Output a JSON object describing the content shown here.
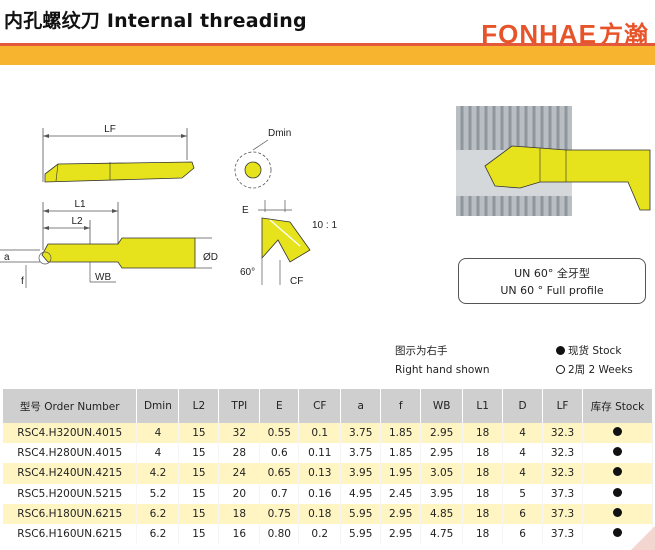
{
  "header": {
    "title": "内孔螺纹刀 Internal threading",
    "logo_text": "FONHAE",
    "logo_cn": "方瀚"
  },
  "drawing_labels": {
    "lf": "LF",
    "dmin": "Dmin",
    "l1": "L1",
    "l2": "L2",
    "a": "a",
    "f": "f",
    "wb": "WB",
    "d": "ØD",
    "e": "E",
    "angle": "60°",
    "cf": "CF",
    "scale": "10 : 1"
  },
  "profile_box": {
    "line1": "UN 60° 全牙型",
    "line2": "UN 60 ° Full profile"
  },
  "notes": {
    "hand_cn": "图示为右手",
    "hand_en": "Right hand shown",
    "stock_label": "现货 Stock",
    "weeks_label": "2周 2 Weeks"
  },
  "table": {
    "headers": [
      "型号 Order Number",
      "Dmin",
      "L2",
      "TPI",
      "E",
      "CF",
      "a",
      "f",
      "WB",
      "L1",
      "D",
      "LF",
      "库存 Stock"
    ],
    "rows": [
      [
        "RSC4.H320UN.4015",
        "4",
        "15",
        "32",
        "0.55",
        "0.1",
        "3.75",
        "1.85",
        "2.95",
        "18",
        "4",
        "32.3",
        "stock"
      ],
      [
        "RSC4.H280UN.4015",
        "4",
        "15",
        "28",
        "0.6",
        "0.11",
        "3.75",
        "1.85",
        "2.95",
        "18",
        "4",
        "32.3",
        "stock"
      ],
      [
        "RSC4.H240UN.4215",
        "4.2",
        "15",
        "24",
        "0.65",
        "0.13",
        "3.95",
        "1.95",
        "3.05",
        "18",
        "4",
        "32.3",
        "stock"
      ],
      [
        "RSC5.H200UN.5215",
        "5.2",
        "15",
        "20",
        "0.7",
        "0.16",
        "4.95",
        "2.45",
        "3.95",
        "18",
        "5",
        "37.3",
        "stock"
      ],
      [
        "RSC6.H180UN.6215",
        "6.2",
        "15",
        "18",
        "0.75",
        "0.18",
        "5.95",
        "2.95",
        "4.85",
        "18",
        "6",
        "37.3",
        "stock"
      ],
      [
        "RSC6.H160UN.6215",
        "6.2",
        "15",
        "16",
        "0.80",
        "0.2",
        "5.95",
        "2.95",
        "4.75",
        "18",
        "6",
        "37.3",
        "stock"
      ]
    ]
  },
  "colors": {
    "accent_red": "#e3573a",
    "accent_orange": "#f7b52f",
    "tool_yellow": "#e6e21c",
    "row_yellow": "#fff5c2"
  }
}
